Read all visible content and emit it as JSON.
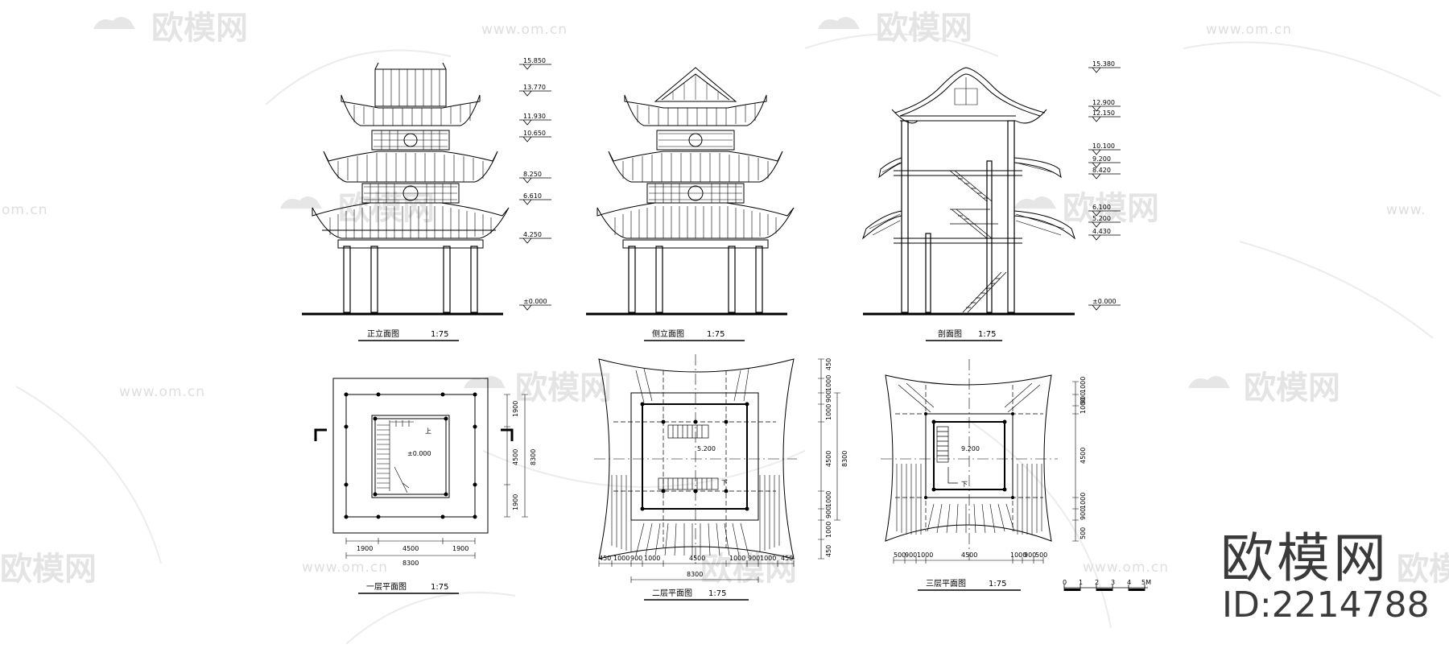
{
  "watermark": {
    "brand": "欧模网",
    "url": "www.om.cn",
    "url_short": "om.cn",
    "url_right": "www.",
    "brand_short": "欧模网"
  },
  "corner": {
    "brand": "欧模网",
    "id": "ID:2214788"
  },
  "drawings": {
    "front_elevation": {
      "title": "正立面图",
      "scale": "1:75",
      "levels": [
        "15.850",
        "13.770",
        "11.930",
        "10.650",
        "8.250",
        "6.610",
        "4.250",
        "±0.000"
      ]
    },
    "side_elevation": {
      "title": "侧立面图",
      "scale": "1:75"
    },
    "section": {
      "title": "剖面图",
      "scale": "1:75",
      "levels": [
        "15.380",
        "12.900",
        "12.150",
        "10.100",
        "9.200",
        "8.420",
        "6.100",
        "5.200",
        "4.430",
        "±0.000"
      ]
    },
    "plan_1": {
      "title": "一层平面图",
      "scale": "1:75",
      "up_mark": "上",
      "elev": "±0.000",
      "dims_bottom": [
        "1900",
        "4500",
        "1900"
      ],
      "dim_total": "8300",
      "dims_right": [
        "1900",
        "4500",
        "1900"
      ],
      "dim_right_total": "8300"
    },
    "plan_2": {
      "title": "二层平面图",
      "scale": "1:75",
      "down_mark": "下",
      "elev": "5.200",
      "dims_bottom": [
        "450",
        "1000",
        "900",
        "1000",
        "4500",
        "1000",
        "900",
        "1000",
        "450"
      ],
      "dim_total": "8300",
      "dims_right": [
        "450",
        "1000",
        "900",
        "1000",
        "4500",
        "1000",
        "900",
        "1000",
        "450"
      ],
      "dim_right_total": "8300"
    },
    "plan_3": {
      "title": "三层平面图",
      "scale": "1:75",
      "down_mark": "下",
      "elev": "9.200",
      "dims_bottom": [
        "500",
        "900",
        "1000",
        "4500",
        "1000",
        "900",
        "500"
      ],
      "dims_right": [
        "1000",
        "900",
        "1000",
        "4500",
        "1000",
        "900",
        "500"
      ]
    },
    "scale_bar": {
      "labels": [
        "0",
        "1",
        "2",
        "3",
        "4",
        "5M"
      ]
    }
  }
}
